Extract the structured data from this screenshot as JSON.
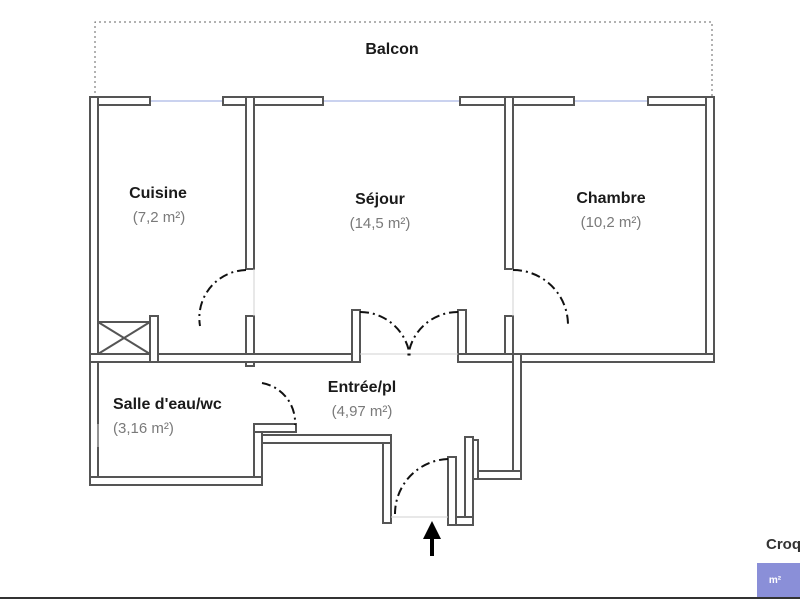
{
  "balcony": {
    "label": "Balcon"
  },
  "rooms": {
    "cuisine": {
      "name": "Cuisine",
      "area": "(7,2 m²)"
    },
    "sejour": {
      "name": "Séjour",
      "area": "(14,5 m²)"
    },
    "chambre": {
      "name": "Chambre",
      "area": "(10,2 m²)"
    },
    "salle": {
      "name": "Salle d'eau/wc",
      "area": "(3,16 m²)"
    },
    "entree": {
      "name": "Entrée/pl",
      "area": "(4,97 m²)"
    }
  },
  "brand": {
    "label": "Croq",
    "badge": "m²",
    "badge_color": "#8a8fd8"
  },
  "colors": {
    "wall_stroke": "#555555",
    "window": "#b9c3ea",
    "door": "#111111"
  }
}
